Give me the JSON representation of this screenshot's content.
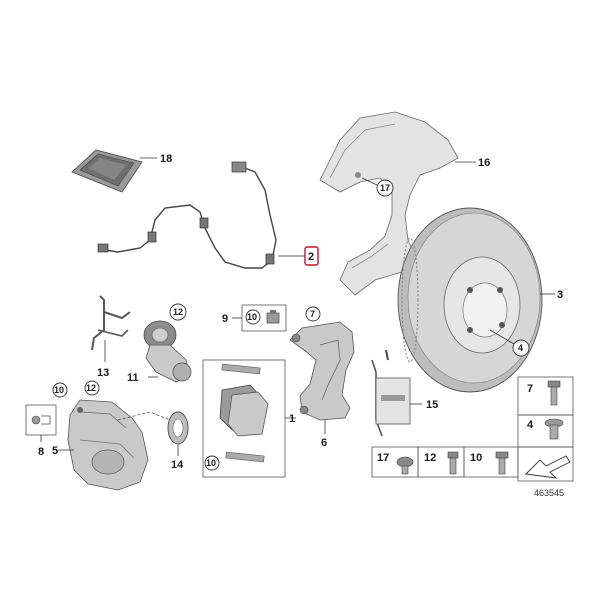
{
  "callouts": {
    "c1": "1",
    "c2": "2",
    "c3": "3",
    "c4": "4",
    "c5": "5",
    "c6": "6",
    "c7": "7",
    "c8": "8",
    "c9": "9",
    "c10": "10",
    "c11": "11",
    "c12": "12",
    "c13": "13",
    "c14": "14",
    "c15": "15",
    "c16": "16",
    "c17": "17",
    "c18": "18"
  },
  "reference_number": "463545",
  "highlighted_callout": "2",
  "colors": {
    "highlight": "#c8102e",
    "part_fill": "#c9c9c9",
    "line": "#333333"
  },
  "icons": [
    "wear-sensor-icon",
    "brake-disc-icon",
    "brake-caliper-icon",
    "brake-pad-icon",
    "screw-icon",
    "arrow-icon"
  ]
}
